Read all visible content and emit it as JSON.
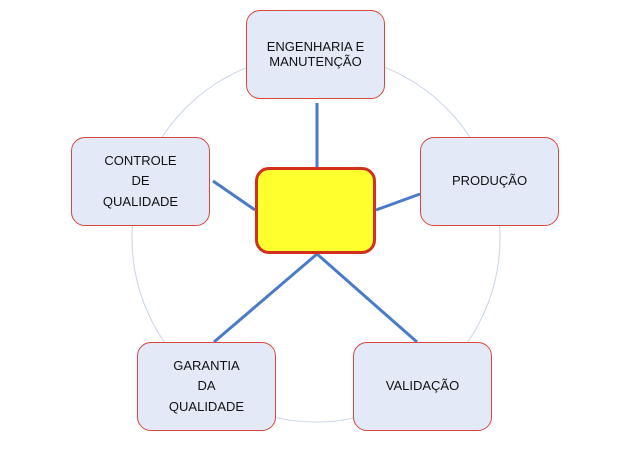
{
  "nodes": {
    "top": "ENGENHARIA E\nMANUTENÇÃO",
    "left": "CONTROLE\nDE\nQUALIDADE",
    "right": "PRODUÇÃO",
    "bottom_left": "GARANTIA\nDA\nQUALIDADE",
    "bottom_right": "VALIDAÇÃO"
  },
  "colors": {
    "box_fill": "#e3e9f6",
    "box_border": "#d9473c",
    "center_fill": "#ffff2e",
    "center_border": "#d2301c",
    "connector": "#4a7bc8",
    "ring": "#c8d4e8"
  }
}
